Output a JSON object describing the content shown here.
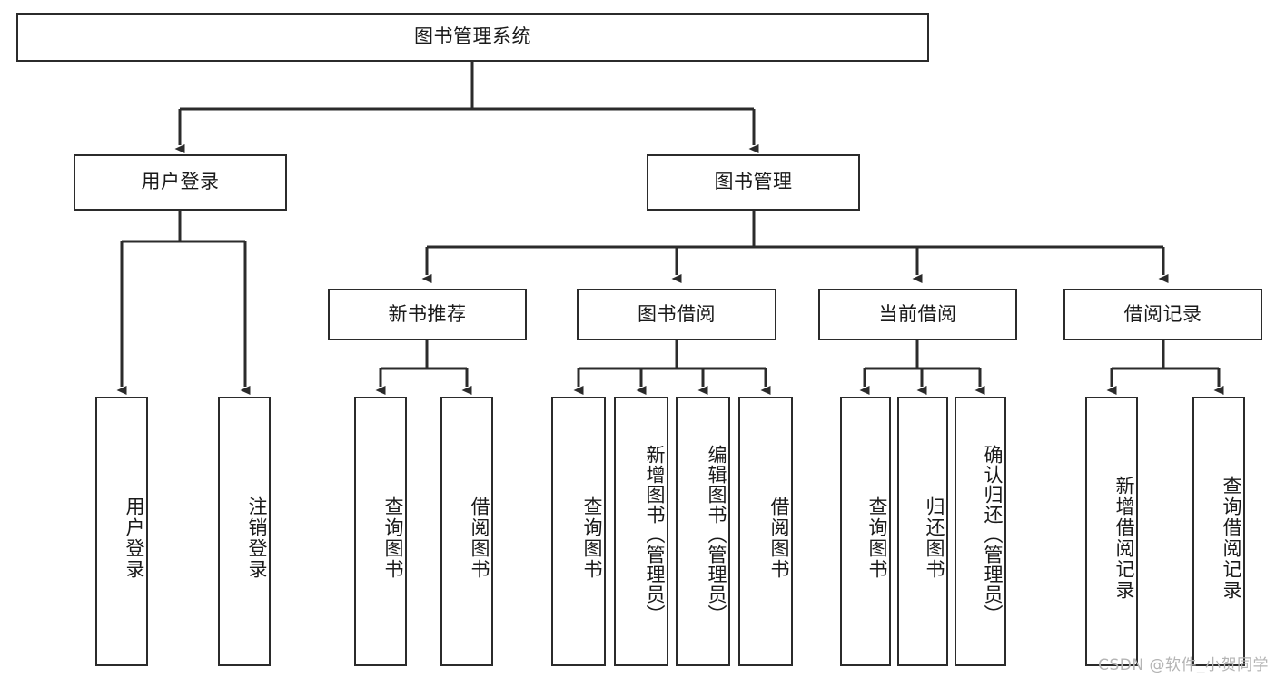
{
  "diagram": {
    "title": "图书管理系统",
    "type": "tree-hierarchy-chart",
    "watermark": "CSDN @软件_小贺同学",
    "colors": {
      "box_border": "#2b2b2b",
      "box_fill": "#ffffff",
      "edge": "#2b2b2b",
      "text": "#1a1a1a",
      "watermark": "#b4b4b4",
      "background": "#ffffff"
    },
    "nodes": {
      "root": {
        "label": "图书管理系统"
      },
      "level2": [
        {
          "id": "user-login",
          "label": "用户登录"
        },
        {
          "id": "book-manage",
          "label": "图书管理"
        }
      ],
      "level3": [
        {
          "id": "new-book-recommend",
          "label": "新书推荐"
        },
        {
          "id": "book-borrow",
          "label": "图书借阅"
        },
        {
          "id": "current-borrow",
          "label": "当前借阅"
        },
        {
          "id": "borrow-record",
          "label": "借阅记录"
        }
      ],
      "leaves": {
        "user-login": [
          {
            "id": "leaf-user-login",
            "label": "用户登录"
          },
          {
            "id": "leaf-logout-login",
            "label": "注销登录"
          }
        ],
        "new-book-recommend": [
          {
            "id": "leaf-query-book-1",
            "label": "查询图书"
          },
          {
            "id": "leaf-borrow-book-1",
            "label": "借阅图书"
          }
        ],
        "book-borrow": [
          {
            "id": "leaf-query-book-2",
            "label": "查询图书"
          },
          {
            "id": "leaf-add-book",
            "label": "新增图书（管理员）"
          },
          {
            "id": "leaf-edit-book",
            "label": "编辑图书（管理员）"
          },
          {
            "id": "leaf-borrow-book-2",
            "label": "借阅图书"
          }
        ],
        "current-borrow": [
          {
            "id": "leaf-query-book-3",
            "label": "查询图书"
          },
          {
            "id": "leaf-return-book",
            "label": "归还图书"
          },
          {
            "id": "leaf-confirm-return",
            "label": "确认归还（管理员）"
          }
        ],
        "borrow-record": [
          {
            "id": "leaf-add-record",
            "label": "新增借阅记录"
          },
          {
            "id": "leaf-query-record",
            "label": "查询借阅记录"
          }
        ]
      }
    }
  }
}
